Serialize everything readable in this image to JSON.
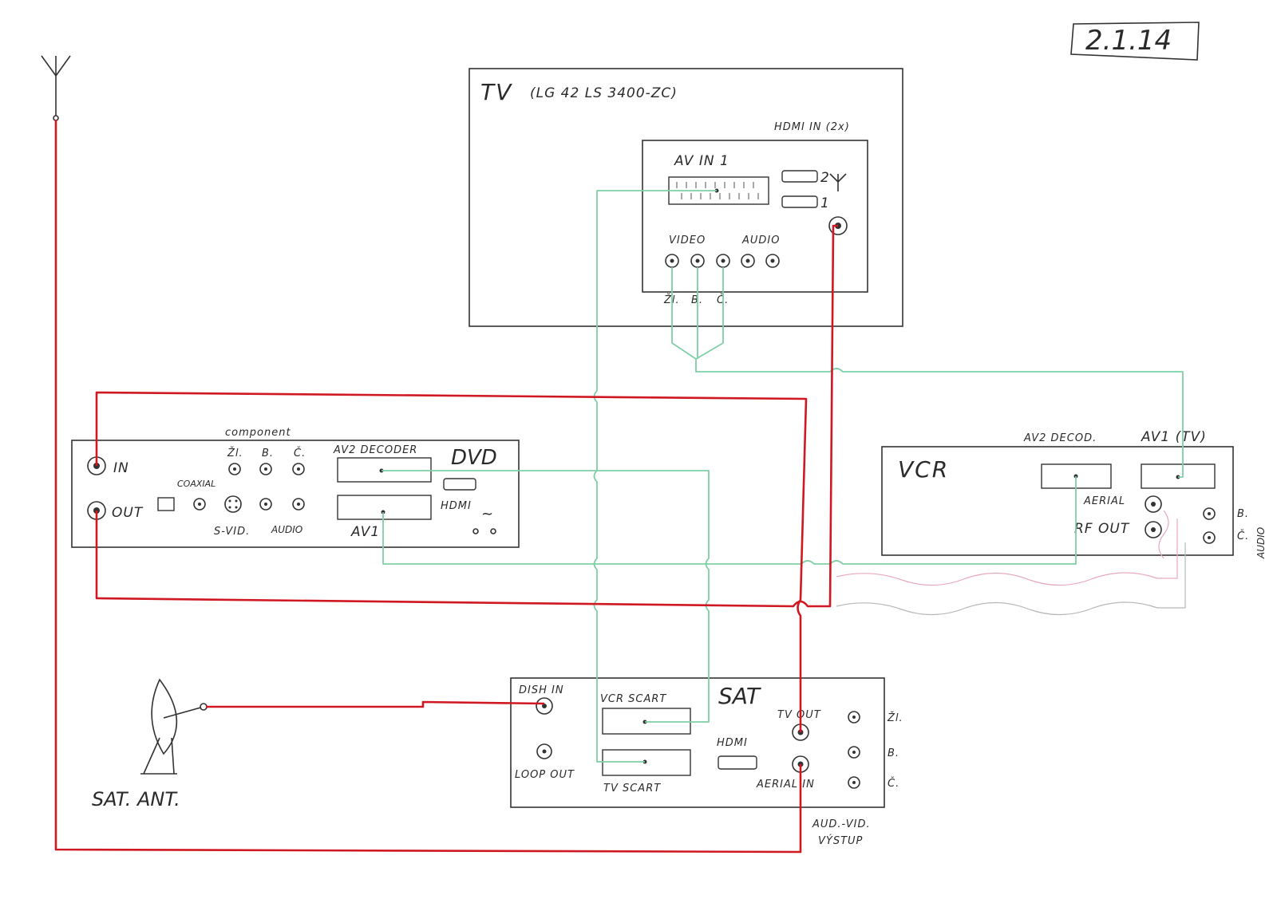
{
  "date_stamp": "2.1.14",
  "tv": {
    "title": "TV",
    "model": "(LG 42 LS 3400-ZC)",
    "hdmi_in": "HDMI IN (2x)",
    "av_in": "AV IN 1",
    "hdmi_2": "2",
    "hdmi_1": "1",
    "video": "VIDEO",
    "audio": "AUDIO",
    "comp_zl": "Žl.",
    "comp_b": "B.",
    "comp_c": "Č."
  },
  "dvd": {
    "title": "DVD",
    "in": "IN",
    "out": "OUT",
    "component": "component",
    "comp_zl": "Žl.",
    "comp_b": "B.",
    "comp_c": "Č.",
    "coaxial": "COAXIAL",
    "svid": "S-VID.",
    "audio": "AUDIO",
    "av2": "AV2 DECODER",
    "av1": "AV1",
    "hdmi": "HDMI",
    "power": "~"
  },
  "vcr": {
    "title": "VCR",
    "av2": "AV2 DECOD.",
    "av1": "AV1 (TV)",
    "aerial": "AERIAL",
    "rf_out": "RF OUT",
    "audio": "AUDIO",
    "b": "B.",
    "c": "Č."
  },
  "sat": {
    "title": "SAT",
    "dish_in": "DISH IN",
    "loop_out": "LOOP OUT",
    "vcr_scart": "VCR SCART",
    "tv_scart": "TV SCART",
    "hdmi": "HDMI",
    "tv_out": "TV OUT",
    "aerial_in": "AERIAL IN",
    "zl": "Žl.",
    "b": "B.",
    "c": "Č.",
    "aud_vid": "AUD.-VID.",
    "vystup": "VÝSTUP"
  },
  "sat_antenna": "SAT. ANT.",
  "colors": {
    "antenna_cable": "#d01822",
    "scart_cable": "#7fd0a6",
    "audio_cable_pink": "#e9a9bd",
    "audio_cable_gray": "#b8b8b8",
    "pencil": "#333333"
  }
}
